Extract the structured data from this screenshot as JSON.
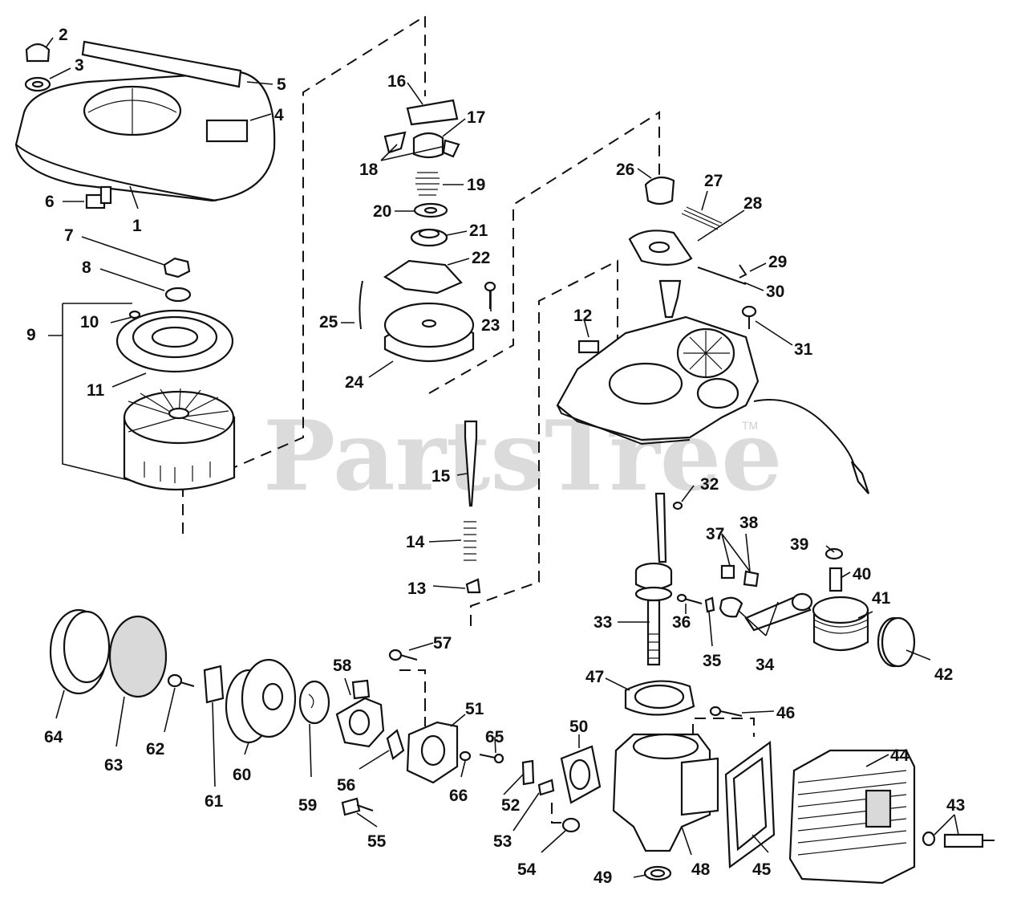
{
  "watermark": {
    "text": "PartsTree",
    "tm": "TM"
  },
  "labels": {
    "n1": "1",
    "n2": "2",
    "n3": "3",
    "n4": "4",
    "n5": "5",
    "n6": "6",
    "n7": "7",
    "n8": "8",
    "n9": "9",
    "n10": "10",
    "n11": "11",
    "n12": "12",
    "n13": "13",
    "n14": "14",
    "n15": "15",
    "n16": "16",
    "n17": "17",
    "n18": "18",
    "n19": "19",
    "n20": "20",
    "n21": "21",
    "n22": "22",
    "n23": "23",
    "n24": "24",
    "n25": "25",
    "n26": "26",
    "n27": "27",
    "n28": "28",
    "n29": "29",
    "n30": "30",
    "n31": "31",
    "n32": "32",
    "n33": "33",
    "n34": "34",
    "n35": "35",
    "n36": "36",
    "n37": "37",
    "n38": "38",
    "n39": "39",
    "n40": "40",
    "n41": "41",
    "n42": "42",
    "n43": "43",
    "n44": "44",
    "n45": "45",
    "n46": "46",
    "n47": "47",
    "n48": "48",
    "n49": "49",
    "n50": "50",
    "n51": "51",
    "n52": "52",
    "n53": "53",
    "n54": "54",
    "n55": "55",
    "n56": "56",
    "n57": "57",
    "n58": "58",
    "n59": "59",
    "n60": "60",
    "n61": "61",
    "n62": "62",
    "n63": "63",
    "n64": "64",
    "n65": "65",
    "n66": "66"
  }
}
